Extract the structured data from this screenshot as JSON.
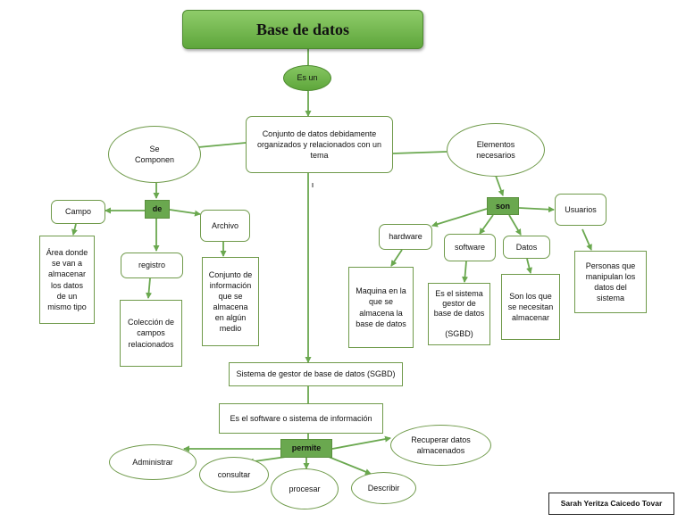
{
  "title": "Base de datos",
  "connectors": {
    "es_un": "Es un",
    "de": "de",
    "son": "son",
    "permite": "permite"
  },
  "nodes": {
    "conjunto": "Conjunto de datos debidamente organizados y relacionados con un tema",
    "se_componen": "Se\nComponen",
    "elementos": "Elementos\nnecesarios",
    "campo": "Campo",
    "campo_desc": "Área donde\nse van a\nalmacenar\nlos datos\nde un\nmismo tipo",
    "registro": "registro",
    "registro_desc": "Colección de\ncampos\nrelacionados",
    "archivo": "Archivo",
    "archivo_desc": "Conjunto de\ninformación\nque se\nalmacena\nen algún\nmedio",
    "hardware": "hardware",
    "hardware_desc": "Maquina en la\nque se\nalmacena la\nbase de datos",
    "software": "software",
    "software_desc": "Es el sistema\ngestor de\nbase de datos\n\n(SGBD)",
    "datos": "Datos",
    "datos_desc": "Son los que\nse necesitan\nalmacenar",
    "usuarios": "Usuarios",
    "usuarios_desc": "Personas que\nmanipulan los\ndatos del\nsistema",
    "sgbd": "Sistema de gestor de base de datos (SGBD)",
    "es_software": "Es el software o sistema de información",
    "administrar": "Administrar",
    "consultar": "consultar",
    "procesar": "procesar",
    "describir": "Describir",
    "recuperar": "Recuperar datos\nalmacenados"
  },
  "author": "Sarah Yeritza Caicedo Tovar",
  "colors": {
    "accent": "#6aa84f",
    "border": "#6f9a4a",
    "title_top": "#8fcc6a",
    "title_bottom": "#5ea63b"
  }
}
